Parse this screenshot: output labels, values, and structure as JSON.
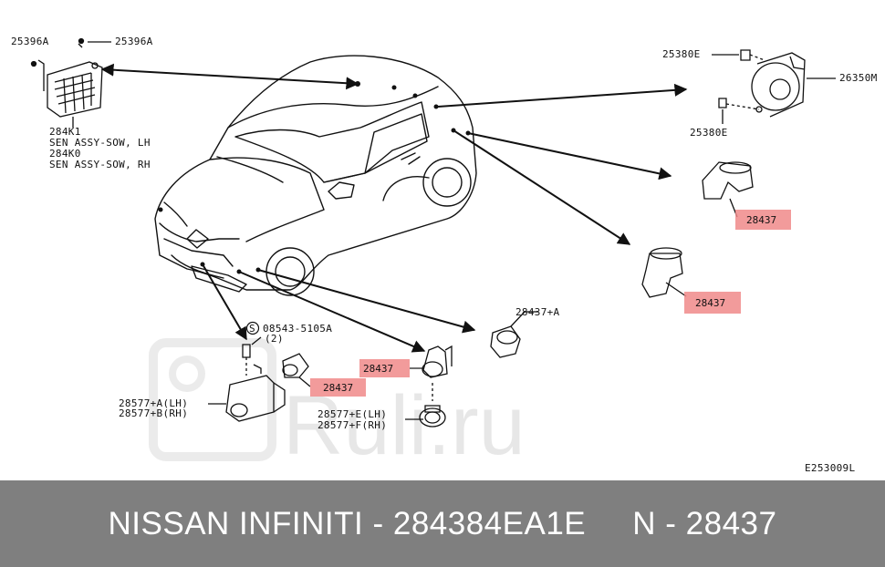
{
  "labels": {
    "top_left_a": "25396A",
    "top_left_b": "25396A",
    "sensor_code": "284K1",
    "sensor_lh": "SEN ASSY-SOW, LH",
    "sensor_code_2": "284K0",
    "sensor_rh": "SEN ASSY-SOW, RH",
    "bolt_top": "25380E",
    "bolt_bottom": "25380E",
    "buzzer": "26350M",
    "part_right_1": "28437",
    "part_right_2": "28437",
    "part_center_a": "28437+A",
    "screw_spec": "08543-5105A",
    "screw_qty": "(2)",
    "part_front_left": "28437",
    "part_front_mid": "28437",
    "bracket_lh": "28577+A(LH)",
    "bracket_rh": "28577+B(RH)",
    "ring_lh": "28577+E(LH)",
    "ring_rh": "28577+F(RH)",
    "diagram_code": "E253009L",
    "screw_symbol": "S"
  },
  "watermark": "Ruli.ru",
  "footer": {
    "text": "NISSAN INFINITI - 284384EA1E     N - 28437"
  },
  "colors": {
    "highlight": "#f08a8a",
    "footer_bg": "#7f7f7f",
    "footer_text": "#ffffff"
  }
}
